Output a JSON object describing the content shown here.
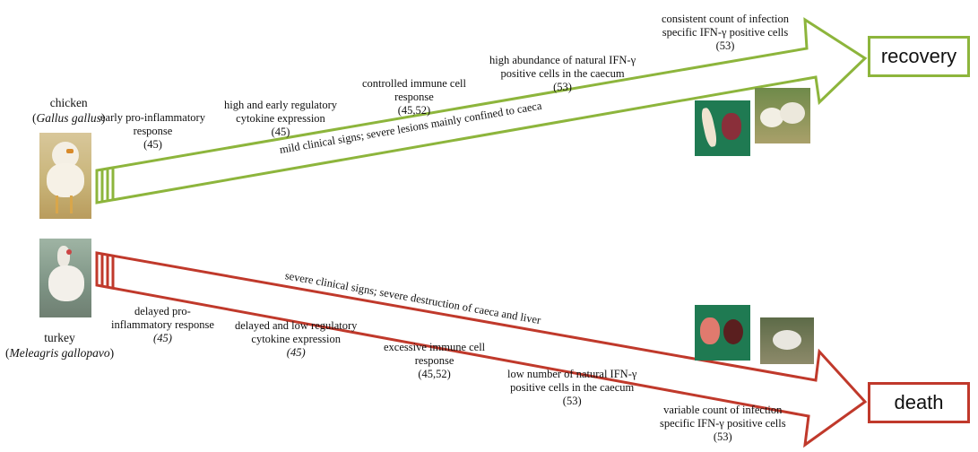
{
  "chicken": {
    "name": "chicken",
    "latin": "Gallus gallus",
    "color": "#8db53c",
    "sign": "mild clinical signs; severe lesions mainly confined to caeca",
    "outcome": "recovery",
    "stages": [
      {
        "lines": [
          "early pro-inflammatory",
          "response",
          "(45)"
        ]
      },
      {
        "lines": [
          "high  and early regulatory",
          "cytokine expression",
          "(45)"
        ]
      },
      {
        "lines": [
          "controlled immune cell",
          "response",
          "(45,52)"
        ]
      },
      {
        "lines": [
          "high abundance of natural IFN-γ",
          "positive cells in the caecum",
          "(53)"
        ]
      },
      {
        "lines": [
          "consistent count of infection",
          "specific IFN-γ positive cells",
          "(53)"
        ]
      }
    ]
  },
  "turkey": {
    "name": "turkey",
    "latin": "Meleagris gallopavo",
    "color": "#c0392b",
    "sign": "severe clinical signs; severe destruction of caeca and liver",
    "outcome": "death",
    "stages": [
      {
        "lines": [
          "delayed pro-",
          "inflammatory response",
          "(45)"
        ]
      },
      {
        "lines": [
          "delayed and low regulatory",
          "cytokine  expression",
          "(45)"
        ]
      },
      {
        "lines": [
          "excessive immune cell",
          "response",
          "(45,52)"
        ]
      },
      {
        "lines": [
          "low number of natural  IFN-γ",
          "positive cells in the caecum",
          "(53)"
        ]
      },
      {
        "lines": [
          "variable count of infection",
          "specific IFN-γ positive cells",
          "(53)"
        ]
      }
    ]
  }
}
